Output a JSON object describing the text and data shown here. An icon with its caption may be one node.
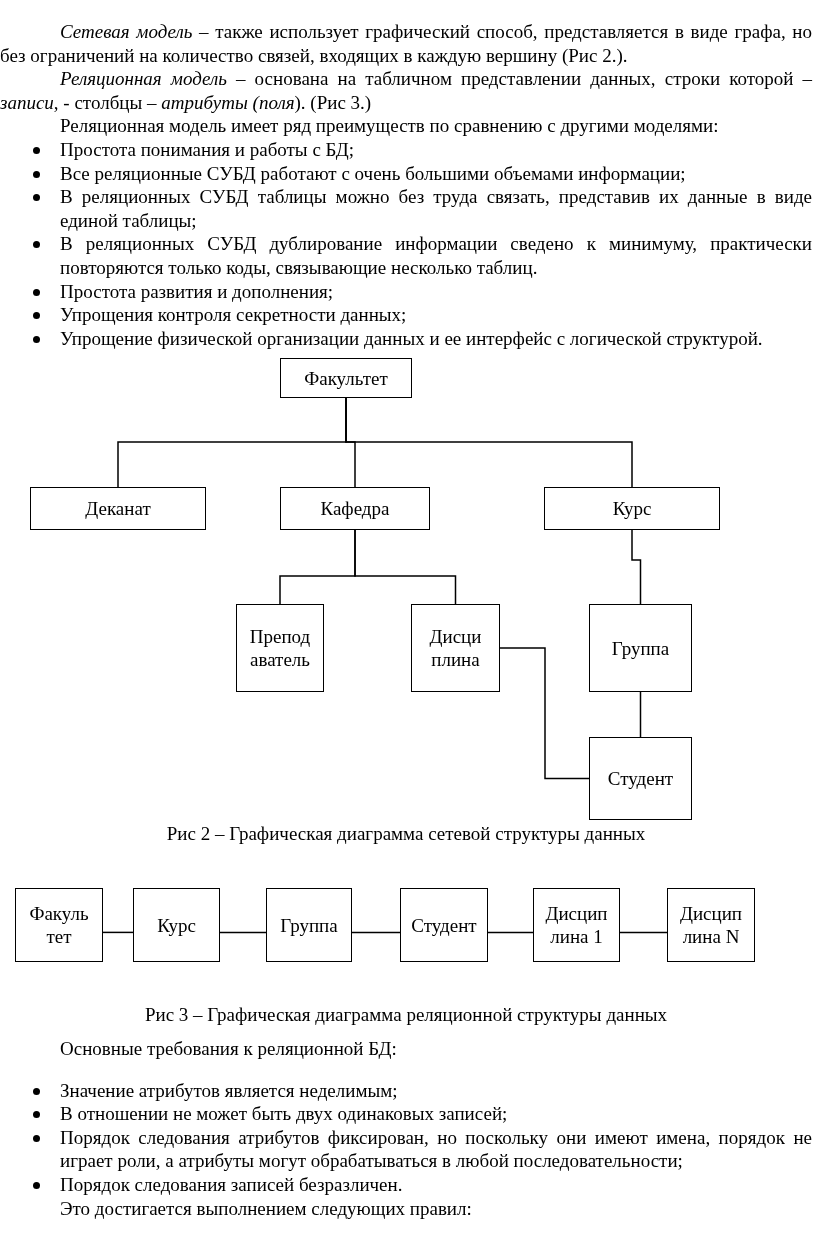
{
  "diagram": {
    "nodes": [
      {
        "text": [
          "Факультет"
        ]
      },
      {
        "text": [
          "Деканат"
        ]
      },
      {
        "text": [
          "Кафедра"
        ]
      },
      {
        "text": [
          "Курс"
        ]
      },
      {
        "text": [
          "Препод аватель"
        ]
      },
      {
        "text": [
          "Дисци плина"
        ]
      },
      {
        "text": [
          "Группа"
        ]
      },
      {
        "text": [
          "Студент"
        ]
      },
      {
        "text": [
          "Факуль тет"
        ]
      },
      {
        "text": [
          "Курс"
        ]
      },
      {
        "text": [
          "Группа"
        ]
      },
      {
        "text": [
          "Студент"
        ]
      },
      {
        "text": [
          "Дисцип лина 1"
        ]
      },
      {
        "text": [
          "Дисцип лина N"
        ]
      }
    ],
    "edges": [
      {
        "from": 0,
        "to": 1,
        "arrow": "none"
      },
      {
        "from": 0,
        "to": 2,
        "arrow": "none"
      },
      {
        "from": 0,
        "to": 3,
        "arrow": "none"
      },
      {
        "from": 2,
        "to": 4,
        "arrow": "none"
      },
      {
        "from": 2,
        "to": 5,
        "arrow": "none"
      },
      {
        "from": 3,
        "to": 6,
        "arrow": "none"
      },
      {
        "from": 6,
        "to": 7,
        "arrow": "none"
      },
      {
        "from": 5,
        "to": 7,
        "arrow": "none"
      },
      {
        "from": 8,
        "to": 9,
        "arrow": "none"
      },
      {
        "from": 9,
        "to": 10,
        "arrow": "none"
      },
      {
        "from": 10,
        "to": 11,
        "arrow": "none"
      },
      {
        "from": 11,
        "to": 12,
        "arrow": "none"
      },
      {
        "from": 12,
        "to": 13,
        "arrow": "none"
      }
    ],
    "labels": [
      "*Сетевая модель* – также использует графический способ, представляется в виде графа, но без ограничений на количество связей, входящих в каждую вершину (Рис 2.).",
      "*Реляционная модель* – основана на табличном представлении данных, строки которой – *записи*, - столбцы – *атрибуты (поля*). (Рис 3.)",
      "Реляционная модель имеет ряд преимуществ по сравнению с другими моделями:",
      "Простота понимания и работы с БД;",
      "Все реляционные СУБД работают с очень большими объемами информации;",
      "В реляционных СУБД таблицы можно без труда связать, представив их данные в виде единой таблицы;",
      "В реляционных СУБД дублирование информации сведено к минимуму, практически повторяются только коды, связывающие несколько таблиц.",
      "Простота развития и дополнения;",
      "Упрощения контроля секретности данных;",
      "Упрощение физической организации данных и ее интерфейс с логической структурой.",
      "Рис 2 – Графическая диаграмма сетевой структуры данных",
      "Рис 3 – Графическая диаграмма реляционной структуры данных",
      "Основные требования к реляционной БД:",
      "Значение атрибутов является неделимым;",
      "В отношении не может быть двух одинаковых записей;",
      "Порядок следования атрибутов фиксирован, но поскольку они имеют имена, порядок не играет роли, а атрибуты могут обрабатываться в любой последовательности;",
      "Порядок следования записей безразличен.",
      "Это достигается выполнением следующих правил:"
    ]
  }
}
